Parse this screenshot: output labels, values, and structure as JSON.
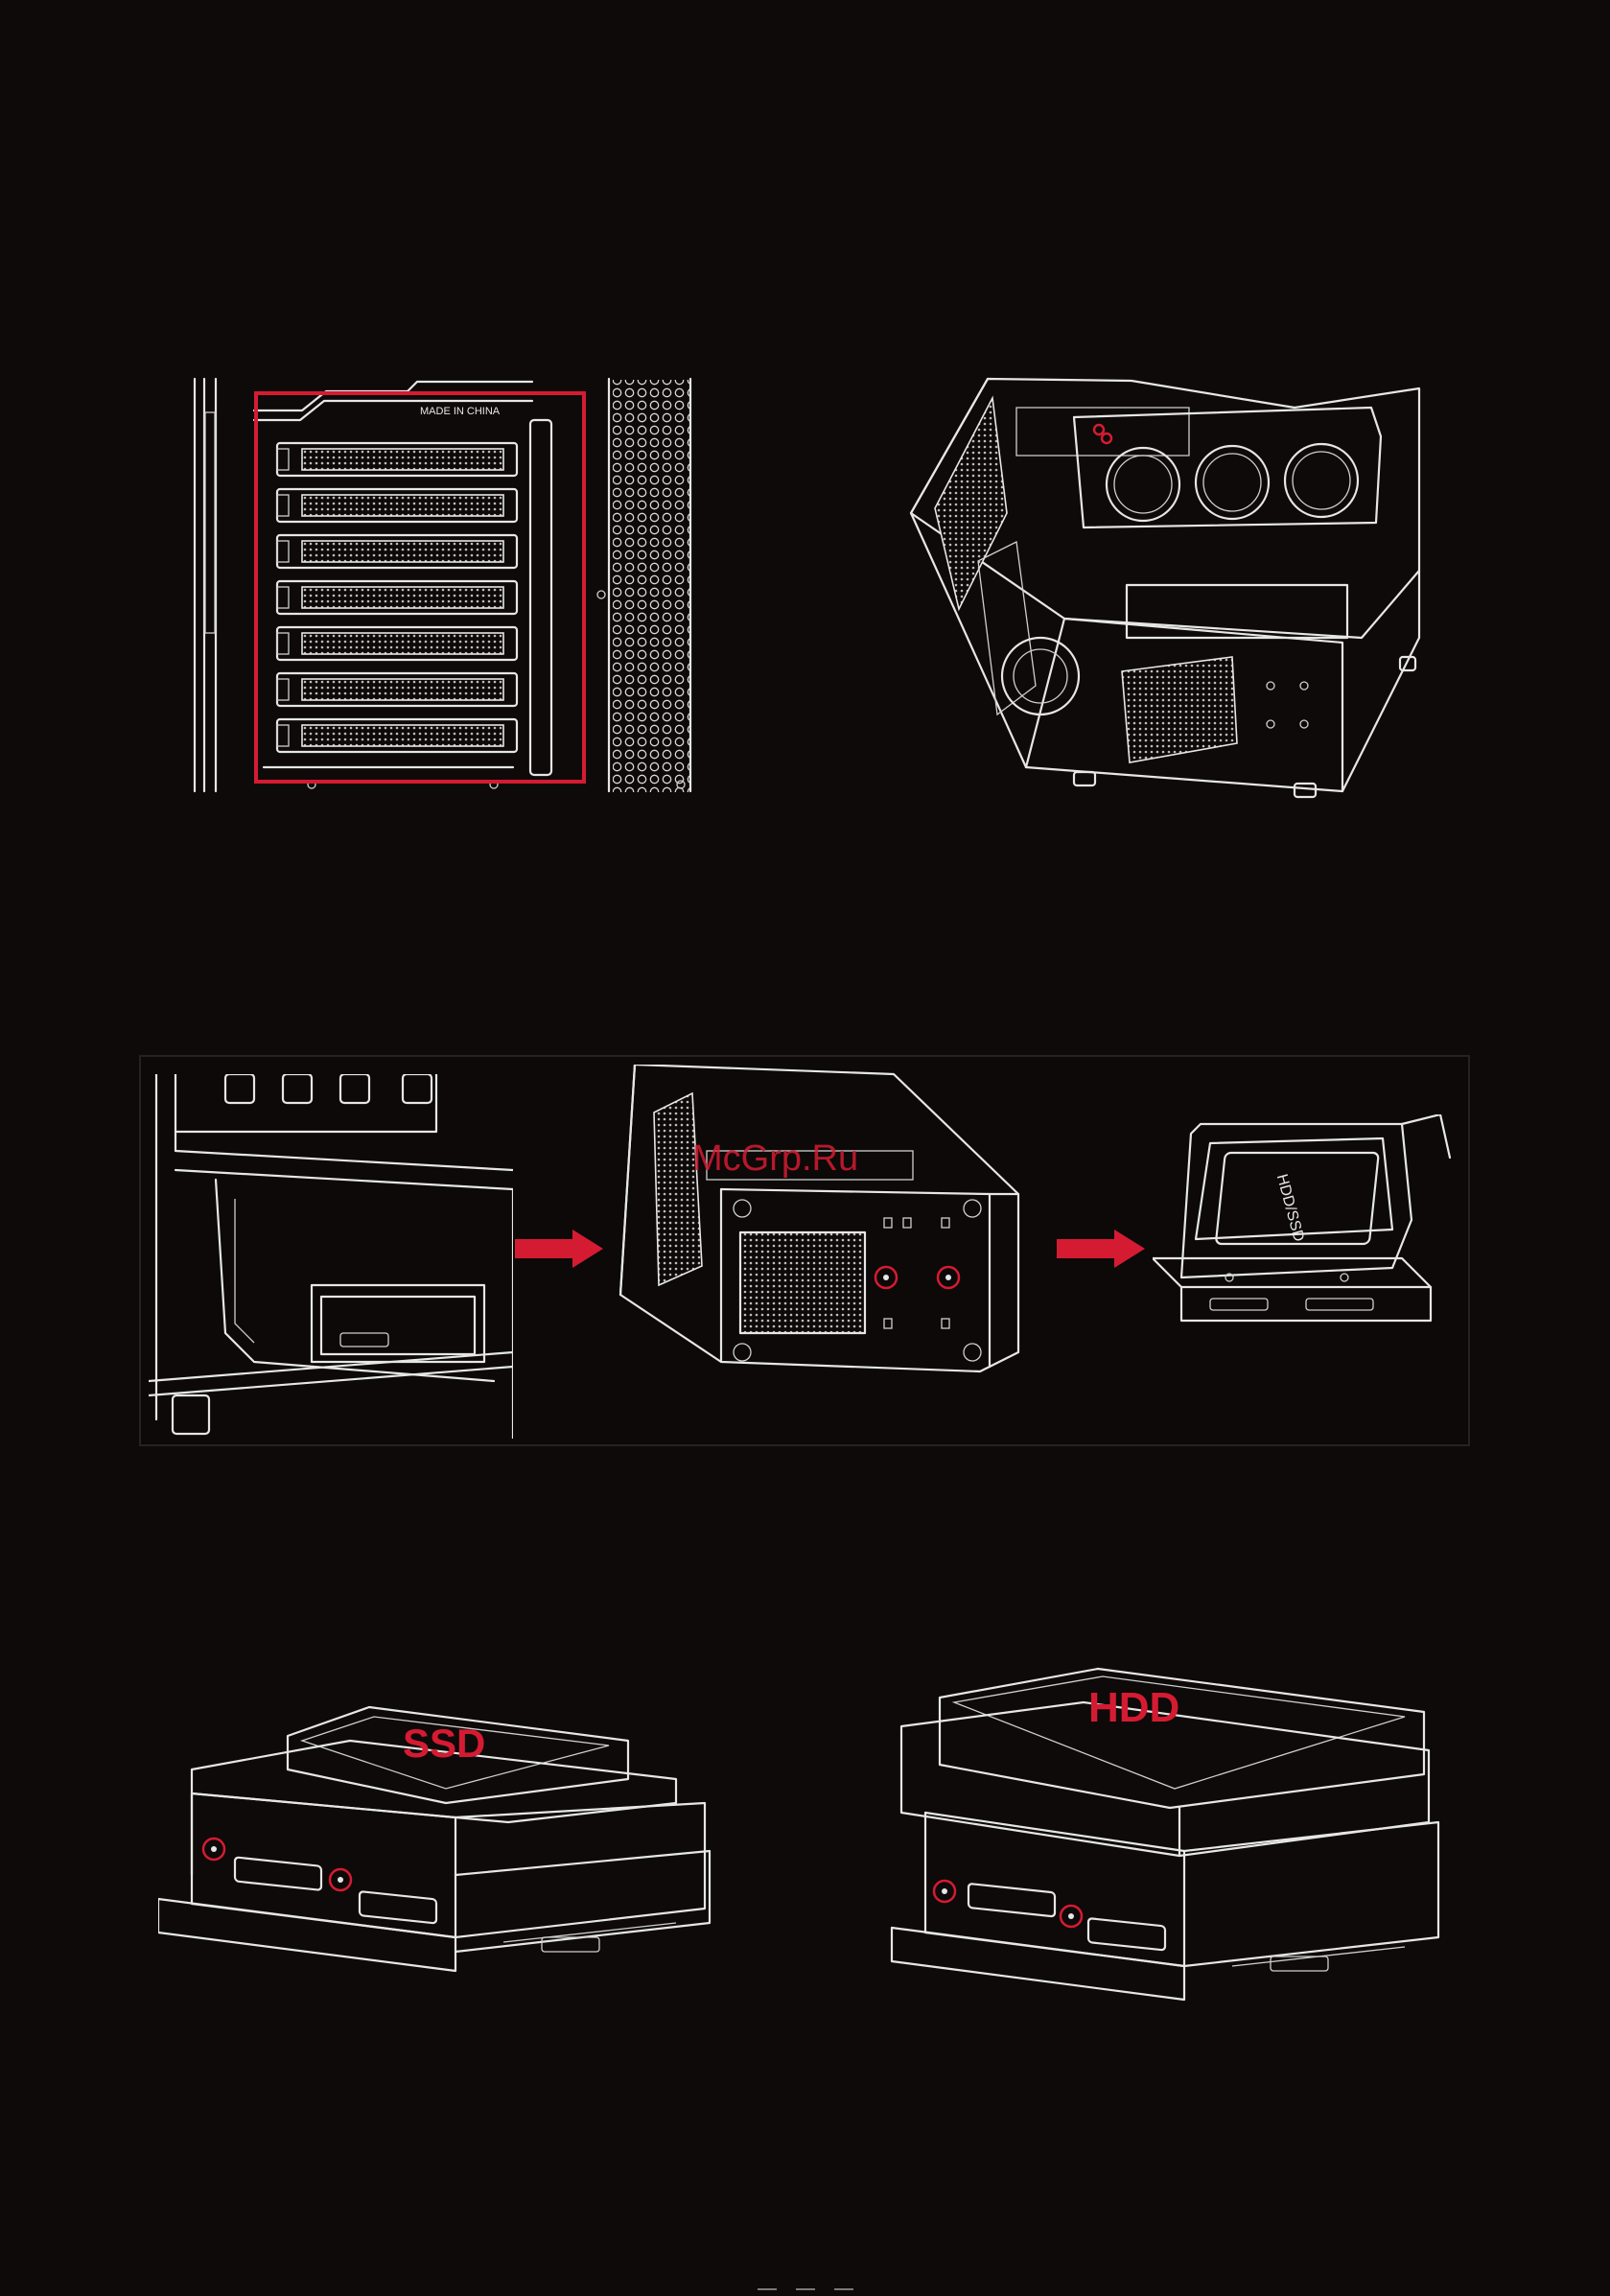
{
  "labels": {
    "made_in_china": "MADE IN CHINA",
    "watermark": "McGrp.Ru",
    "hdd_ssd_label": "HDD/SSD",
    "ssd": "SSD",
    "hdd": "HDD"
  },
  "colors": {
    "background": "#0e0a09",
    "line": "#e6e6e6",
    "accent_red": "#d51b32"
  },
  "icons": [
    "arrow-right-icon",
    "arrow-right-icon"
  ]
}
